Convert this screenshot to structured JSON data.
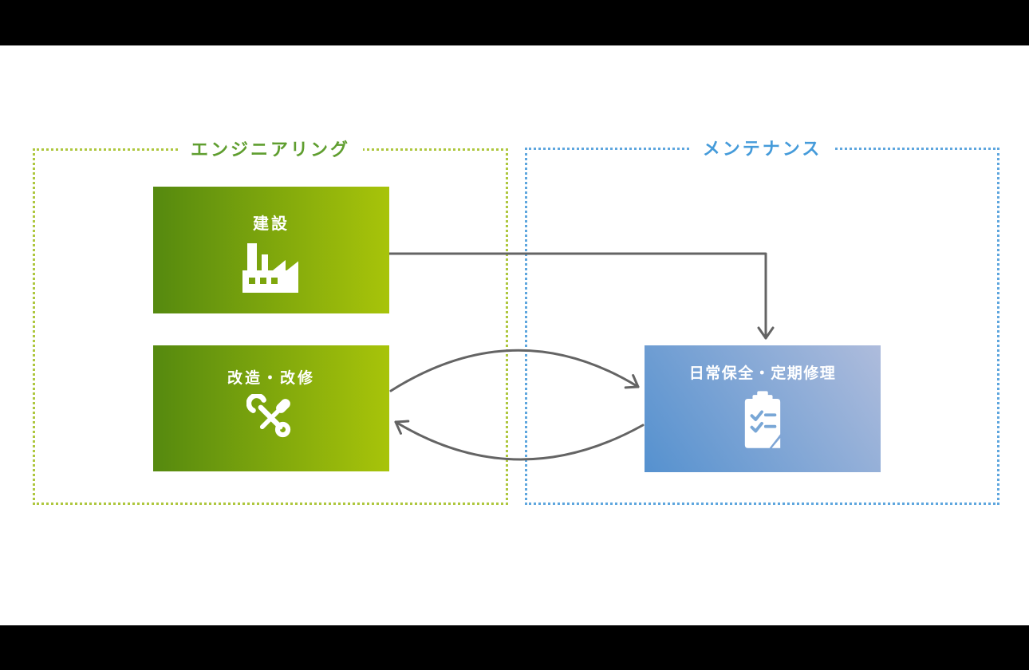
{
  "colors": {
    "letterbox": "#000000",
    "background": "#ffffff",
    "arrow": "#646464",
    "engineering_border": "#aec73e",
    "engineering_title": "#5f9e2f",
    "maintenance_border": "#5ea6de",
    "maintenance_title": "#459bda",
    "green_gradient_start": "#55890f",
    "green_gradient_end": "#a8c40a",
    "blue_gradient_start": "#5591cf",
    "blue_gradient_end": "#aebcdc",
    "icon": "#ffffff",
    "clipboard_detail": "#79a7d6"
  },
  "groups": {
    "engineering": {
      "title": "エンジニアリング"
    },
    "maintenance": {
      "title": "メンテナンス"
    }
  },
  "nodes": {
    "construction": {
      "label": "建設",
      "icon": "factory-icon"
    },
    "renovation": {
      "label": "改造・改修",
      "icon": "crossed-tools-icon"
    },
    "daily_maintenance": {
      "label": "日常保全・定期修理",
      "icon": "clipboard-checklist-icon"
    }
  },
  "arrows": [
    {
      "from": "construction",
      "to": "daily_maintenance",
      "style": "elbow-right-down"
    },
    {
      "from": "renovation",
      "to": "daily_maintenance",
      "style": "arc-over"
    },
    {
      "from": "daily_maintenance",
      "to": "renovation",
      "style": "arc-under"
    }
  ]
}
